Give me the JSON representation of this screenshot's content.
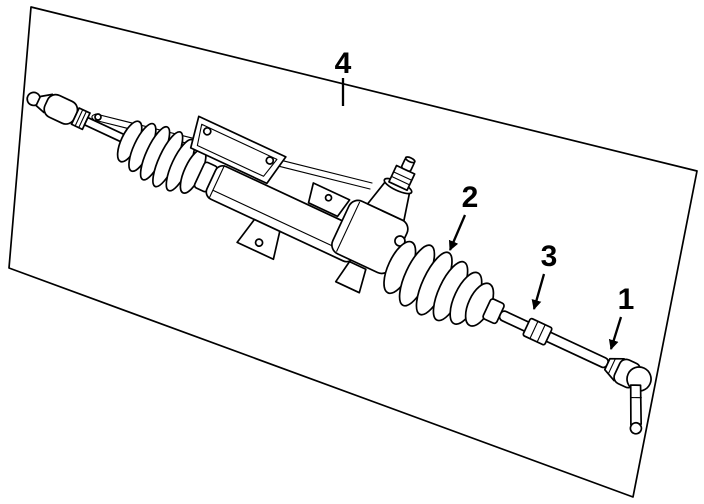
{
  "figure": {
    "type": "parts-diagram",
    "colors": {
      "ink": "#000000",
      "paper": "#ffffff"
    },
    "callouts": [
      {
        "label": "4"
      },
      {
        "label": "2"
      },
      {
        "label": "3"
      },
      {
        "label": "1"
      }
    ]
  }
}
